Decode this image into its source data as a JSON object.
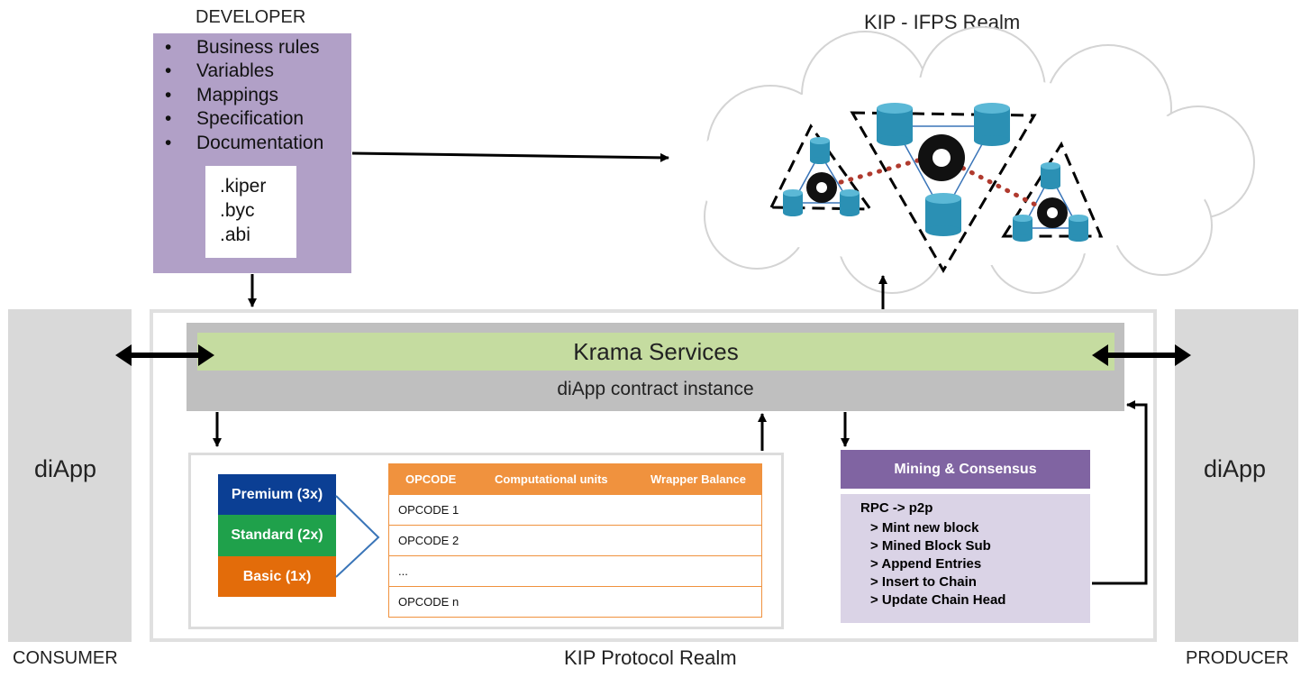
{
  "developer": {
    "title": "DEVELOPER",
    "items": [
      "Business rules",
      "Variables",
      "Mappings",
      "Specification",
      "Documentation"
    ],
    "files": [
      ".kiper",
      ".byc",
      ".abi"
    ]
  },
  "ipfs_realm": {
    "title": "KIP - IFPS Realm"
  },
  "consumer": {
    "app": "diApp",
    "role": "CONSUMER"
  },
  "producer": {
    "app": "diApp",
    "role": "PRODUCER"
  },
  "protocol": {
    "krama": "Krama Services",
    "instance": "diApp contract instance",
    "realm_label": "KIP Protocol Realm"
  },
  "tiers": [
    {
      "label": "Premium (3x)",
      "color": "#0b3f94"
    },
    {
      "label": "Standard (2x)",
      "color": "#1fa14b"
    },
    {
      "label": "Basic (1x)",
      "color": "#e36c0a"
    }
  ],
  "opcode_table": {
    "headers": [
      "OPCODE",
      "Computational units",
      "Wrapper Balance"
    ],
    "rows": [
      "OPCODE 1",
      "OPCODE 2",
      "...",
      "OPCODE n"
    ]
  },
  "mining": {
    "title": "Mining & Consensus",
    "rpc": "RPC -> p2p",
    "steps": [
      "> Mint new block",
      "> Mined Block Sub",
      "> Append Entries",
      "> Insert to Chain",
      "> Update Chain Head"
    ]
  },
  "colors": {
    "developer_bg": "#b1a0c7",
    "krama_bar": "#c5dca0",
    "instance_bar": "#bfbfbf",
    "table_header": "#f0923e",
    "mining_header": "#8064a2",
    "mining_body": "#dad3e6",
    "cylinder": "#2b90b4",
    "link_dots": "#b03a2e"
  }
}
